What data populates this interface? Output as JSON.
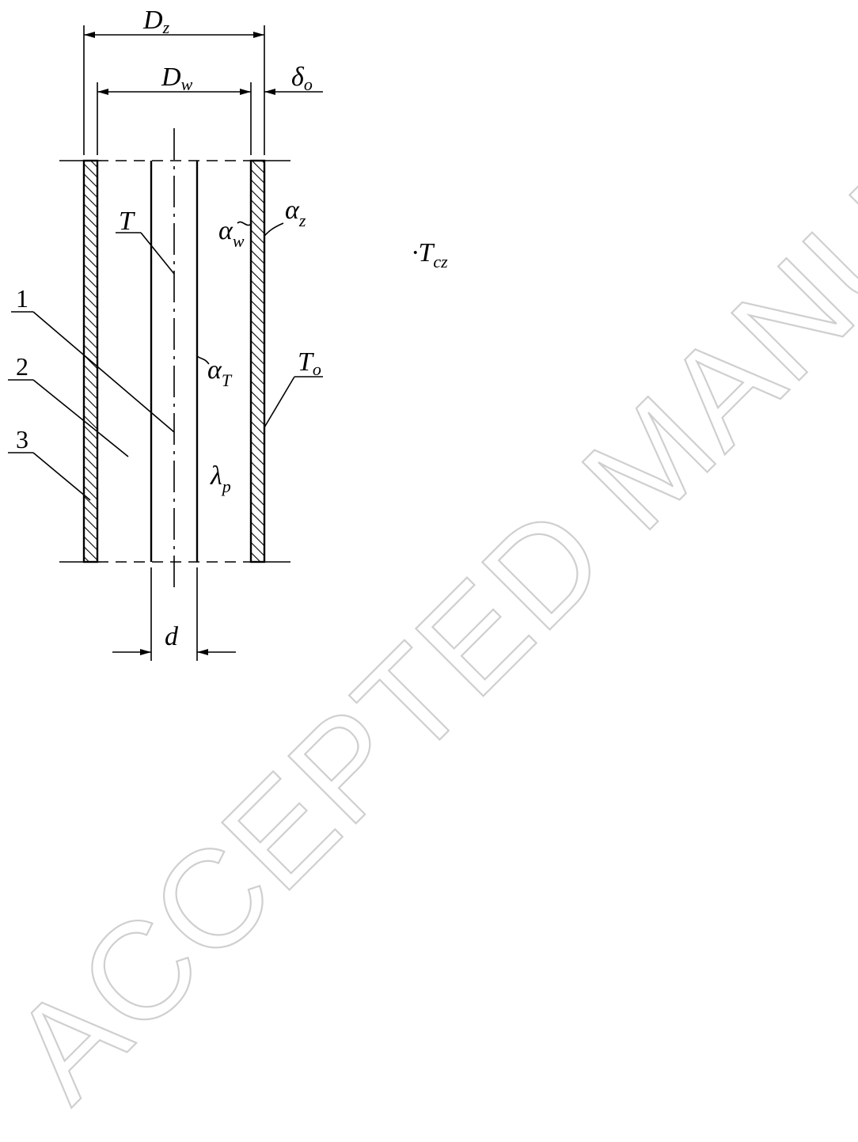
{
  "watermark": "ACCEPTED MANUSCRIPT",
  "dimensions": {
    "outer_diameter": {
      "main": "D",
      "sub": "z"
    },
    "inner_diameter": {
      "main": "D",
      "sub": "w"
    },
    "wall_thickness": {
      "main": "δ",
      "sub": "o"
    },
    "pipe_diameter": {
      "main": "d",
      "sub": ""
    }
  },
  "symbols": {
    "alpha_w": {
      "main": "α",
      "sub": "w"
    },
    "alpha_z": {
      "main": "α",
      "sub": "z"
    },
    "alpha_T": {
      "main": "α",
      "sub": "T"
    },
    "T_o": {
      "main": "T",
      "sub": "o"
    },
    "T_cz": {
      "main": "T",
      "sub": "cz"
    },
    "T_cz_dot": "·",
    "lambda_p": {
      "main": "λ",
      "sub": "p"
    },
    "T": {
      "main": "T",
      "sub": ""
    }
  },
  "callouts": [
    "1",
    "2",
    "3"
  ]
}
